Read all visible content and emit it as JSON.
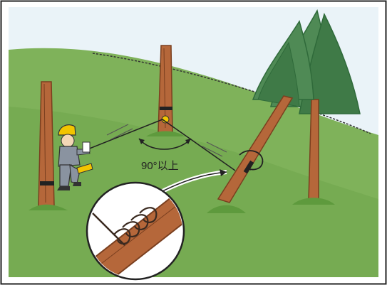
{
  "illustration": {
    "angle_label": "90°以上",
    "colors": {
      "sky": "#eaf3f8",
      "grass": "#7fb25a",
      "grass_dark": "#5e9a3d",
      "trunk": "#b5673a",
      "trunk_dark": "#7a3f1f",
      "foliage": "#4f8a55",
      "foliage_dark": "#2f6a3a",
      "helmet": "#f2c500",
      "worker_suit": "#8a93a0",
      "frame": "#222222"
    },
    "icons": [
      "worker-figure",
      "fence-wire",
      "rotation-arrow-icon",
      "magnifier-inset"
    ]
  }
}
